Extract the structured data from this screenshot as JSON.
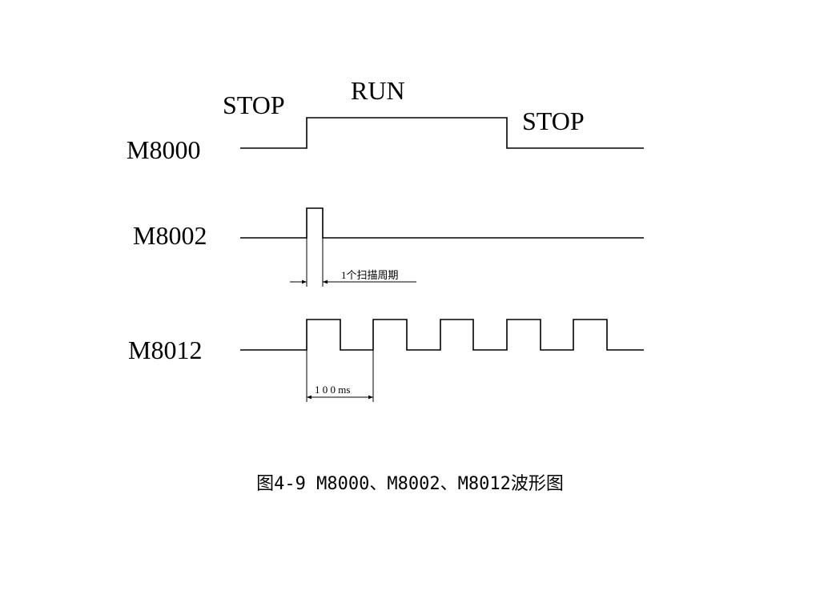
{
  "signals": [
    {
      "name": "M8000",
      "state_labels": [
        "STOP",
        "RUN",
        "STOP"
      ]
    },
    {
      "name": "M8002",
      "annotation": "1个扫描周期"
    },
    {
      "name": "M8012",
      "annotation": "1 0 0 ms"
    }
  ],
  "caption": "图4-9 M8000、M8002、M8012波形图"
}
